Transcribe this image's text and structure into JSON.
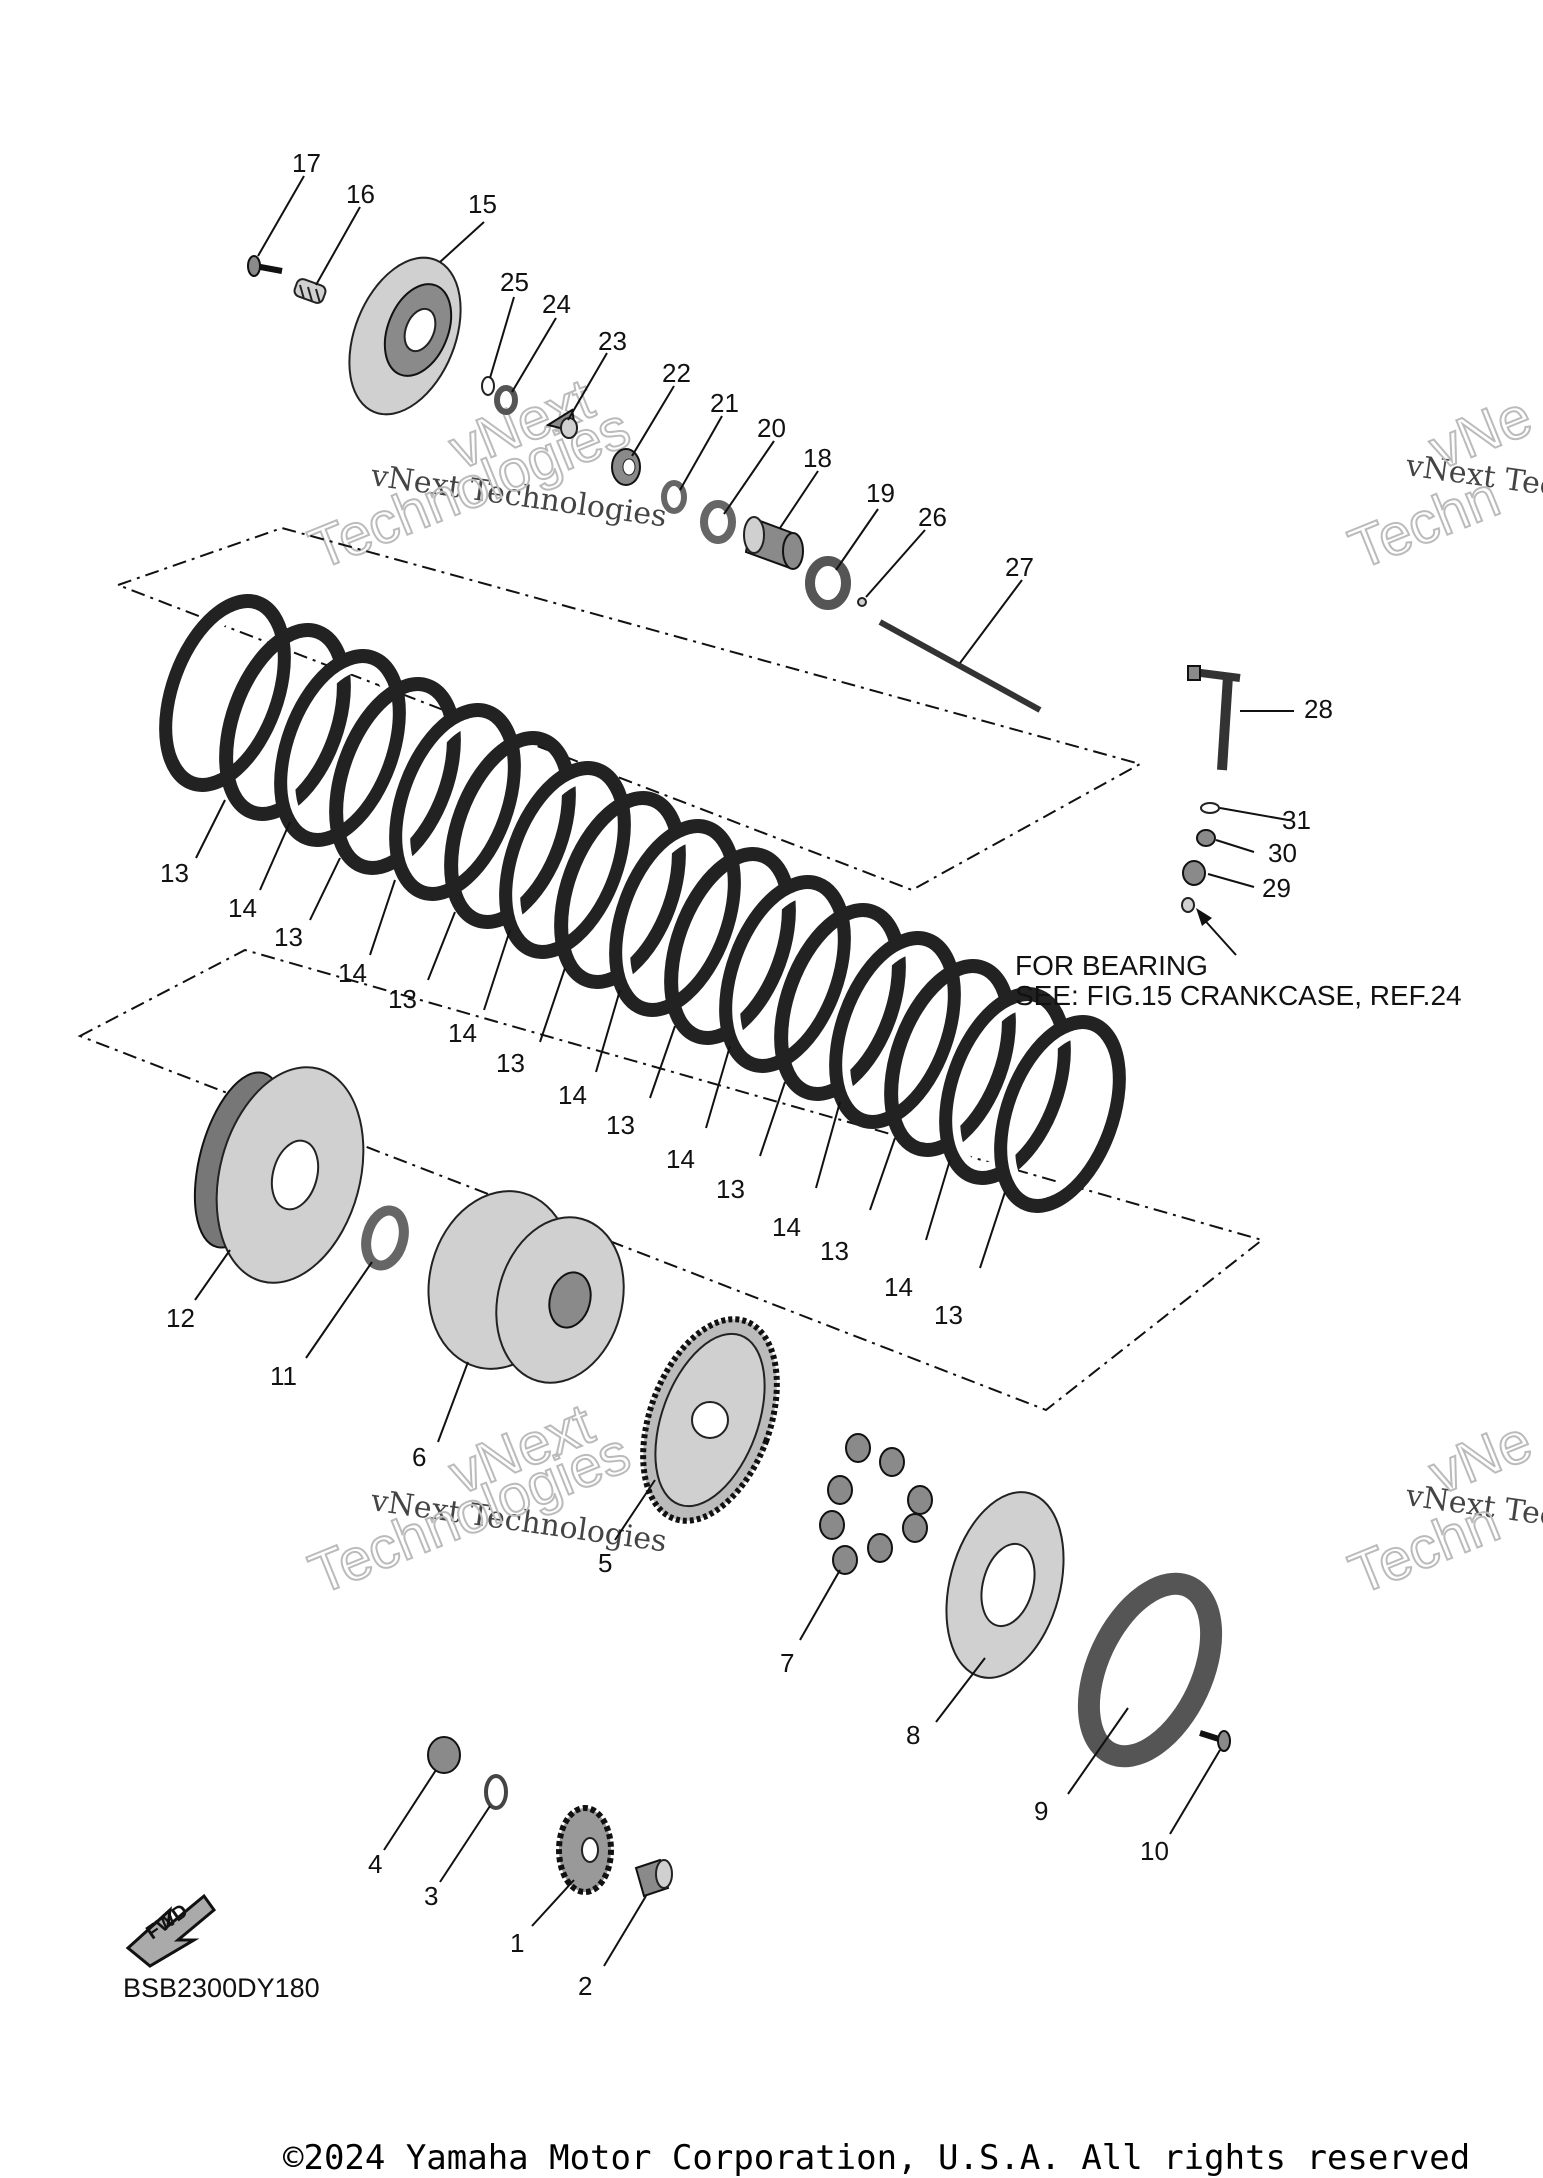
{
  "callouts": [
    {
      "id": "c17",
      "text": "17"
    },
    {
      "id": "c16",
      "text": "16"
    },
    {
      "id": "c15",
      "text": "15"
    },
    {
      "id": "c25",
      "text": "25"
    },
    {
      "id": "c24",
      "text": "24"
    },
    {
      "id": "c23",
      "text": "23"
    },
    {
      "id": "c22",
      "text": "22"
    },
    {
      "id": "c21",
      "text": "21"
    },
    {
      "id": "c20",
      "text": "20"
    },
    {
      "id": "c18",
      "text": "18"
    },
    {
      "id": "c19",
      "text": "19"
    },
    {
      "id": "c26",
      "text": "26"
    },
    {
      "id": "c27",
      "text": "27"
    },
    {
      "id": "c28",
      "text": "28"
    },
    {
      "id": "c31",
      "text": "31"
    },
    {
      "id": "c30",
      "text": "30"
    },
    {
      "id": "c29",
      "text": "29"
    },
    {
      "id": "c12",
      "text": "12"
    },
    {
      "id": "c11",
      "text": "11"
    },
    {
      "id": "c6",
      "text": "6"
    },
    {
      "id": "c5",
      "text": "5"
    },
    {
      "id": "c7",
      "text": "7"
    },
    {
      "id": "c8",
      "text": "8"
    },
    {
      "id": "c9",
      "text": "9"
    },
    {
      "id": "c10",
      "text": "10"
    },
    {
      "id": "c4",
      "text": "4"
    },
    {
      "id": "c3",
      "text": "3"
    },
    {
      "id": "c1",
      "text": "1"
    },
    {
      "id": "c2",
      "text": "2"
    }
  ],
  "plate_labels": [
    "13",
    "14",
    "13",
    "14",
    "13",
    "14",
    "13",
    "14",
    "13",
    "14",
    "13",
    "14",
    "13",
    "14",
    "13"
  ],
  "note": {
    "line1": "FOR BEARING",
    "line2": "SEE: FIG.15 CRANKCASE, REF.24"
  },
  "fwd_label": "FWD",
  "figure_code": "BSB2300DY180",
  "watermark": {
    "line1": "vNext Technologies",
    "line2": "vNext",
    "line3": "Technologies",
    "partial1": "vNext Tec",
    "partial2": "vNe",
    "partial3": "Techn"
  },
  "copyright": "©2024 Yamaha Motor Corporation, U.S.A. All rights reserved"
}
